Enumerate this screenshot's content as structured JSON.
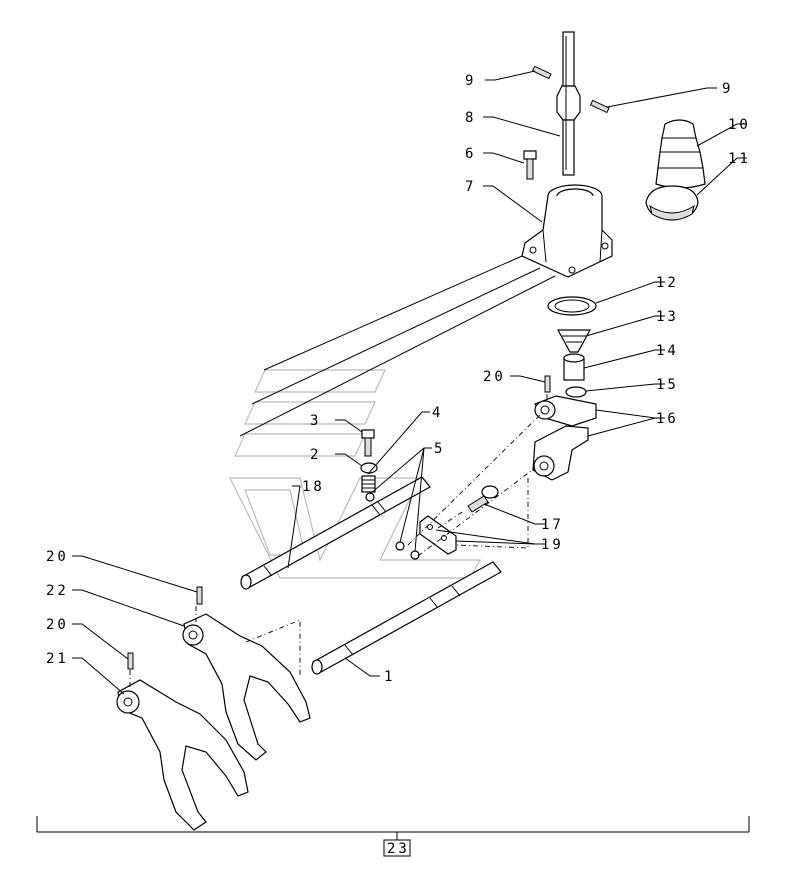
{
  "callouts": [
    {
      "id": "c1",
      "label": "1"
    },
    {
      "id": "c2",
      "label": "2"
    },
    {
      "id": "c3",
      "label": "3"
    },
    {
      "id": "c4",
      "label": "4"
    },
    {
      "id": "c5",
      "label": "5"
    },
    {
      "id": "c6",
      "label": "6"
    },
    {
      "id": "c7",
      "label": "7"
    },
    {
      "id": "c8",
      "label": "8"
    },
    {
      "id": "c9a",
      "label": "9"
    },
    {
      "id": "c9b",
      "label": "9"
    },
    {
      "id": "c10",
      "label": "10"
    },
    {
      "id": "c11",
      "label": "11"
    },
    {
      "id": "c12",
      "label": "12"
    },
    {
      "id": "c13",
      "label": "13"
    },
    {
      "id": "c14",
      "label": "14"
    },
    {
      "id": "c15",
      "label": "15"
    },
    {
      "id": "c16",
      "label": "16"
    },
    {
      "id": "c17",
      "label": "17"
    },
    {
      "id": "c18",
      "label": "18"
    },
    {
      "id": "c19",
      "label": "19"
    },
    {
      "id": "c20a",
      "label": "20"
    },
    {
      "id": "c20b",
      "label": "20"
    },
    {
      "id": "c20c",
      "label": "20"
    },
    {
      "id": "c21",
      "label": "21"
    },
    {
      "id": "c22",
      "label": "22"
    }
  ],
  "assembly": {
    "label": "23"
  }
}
